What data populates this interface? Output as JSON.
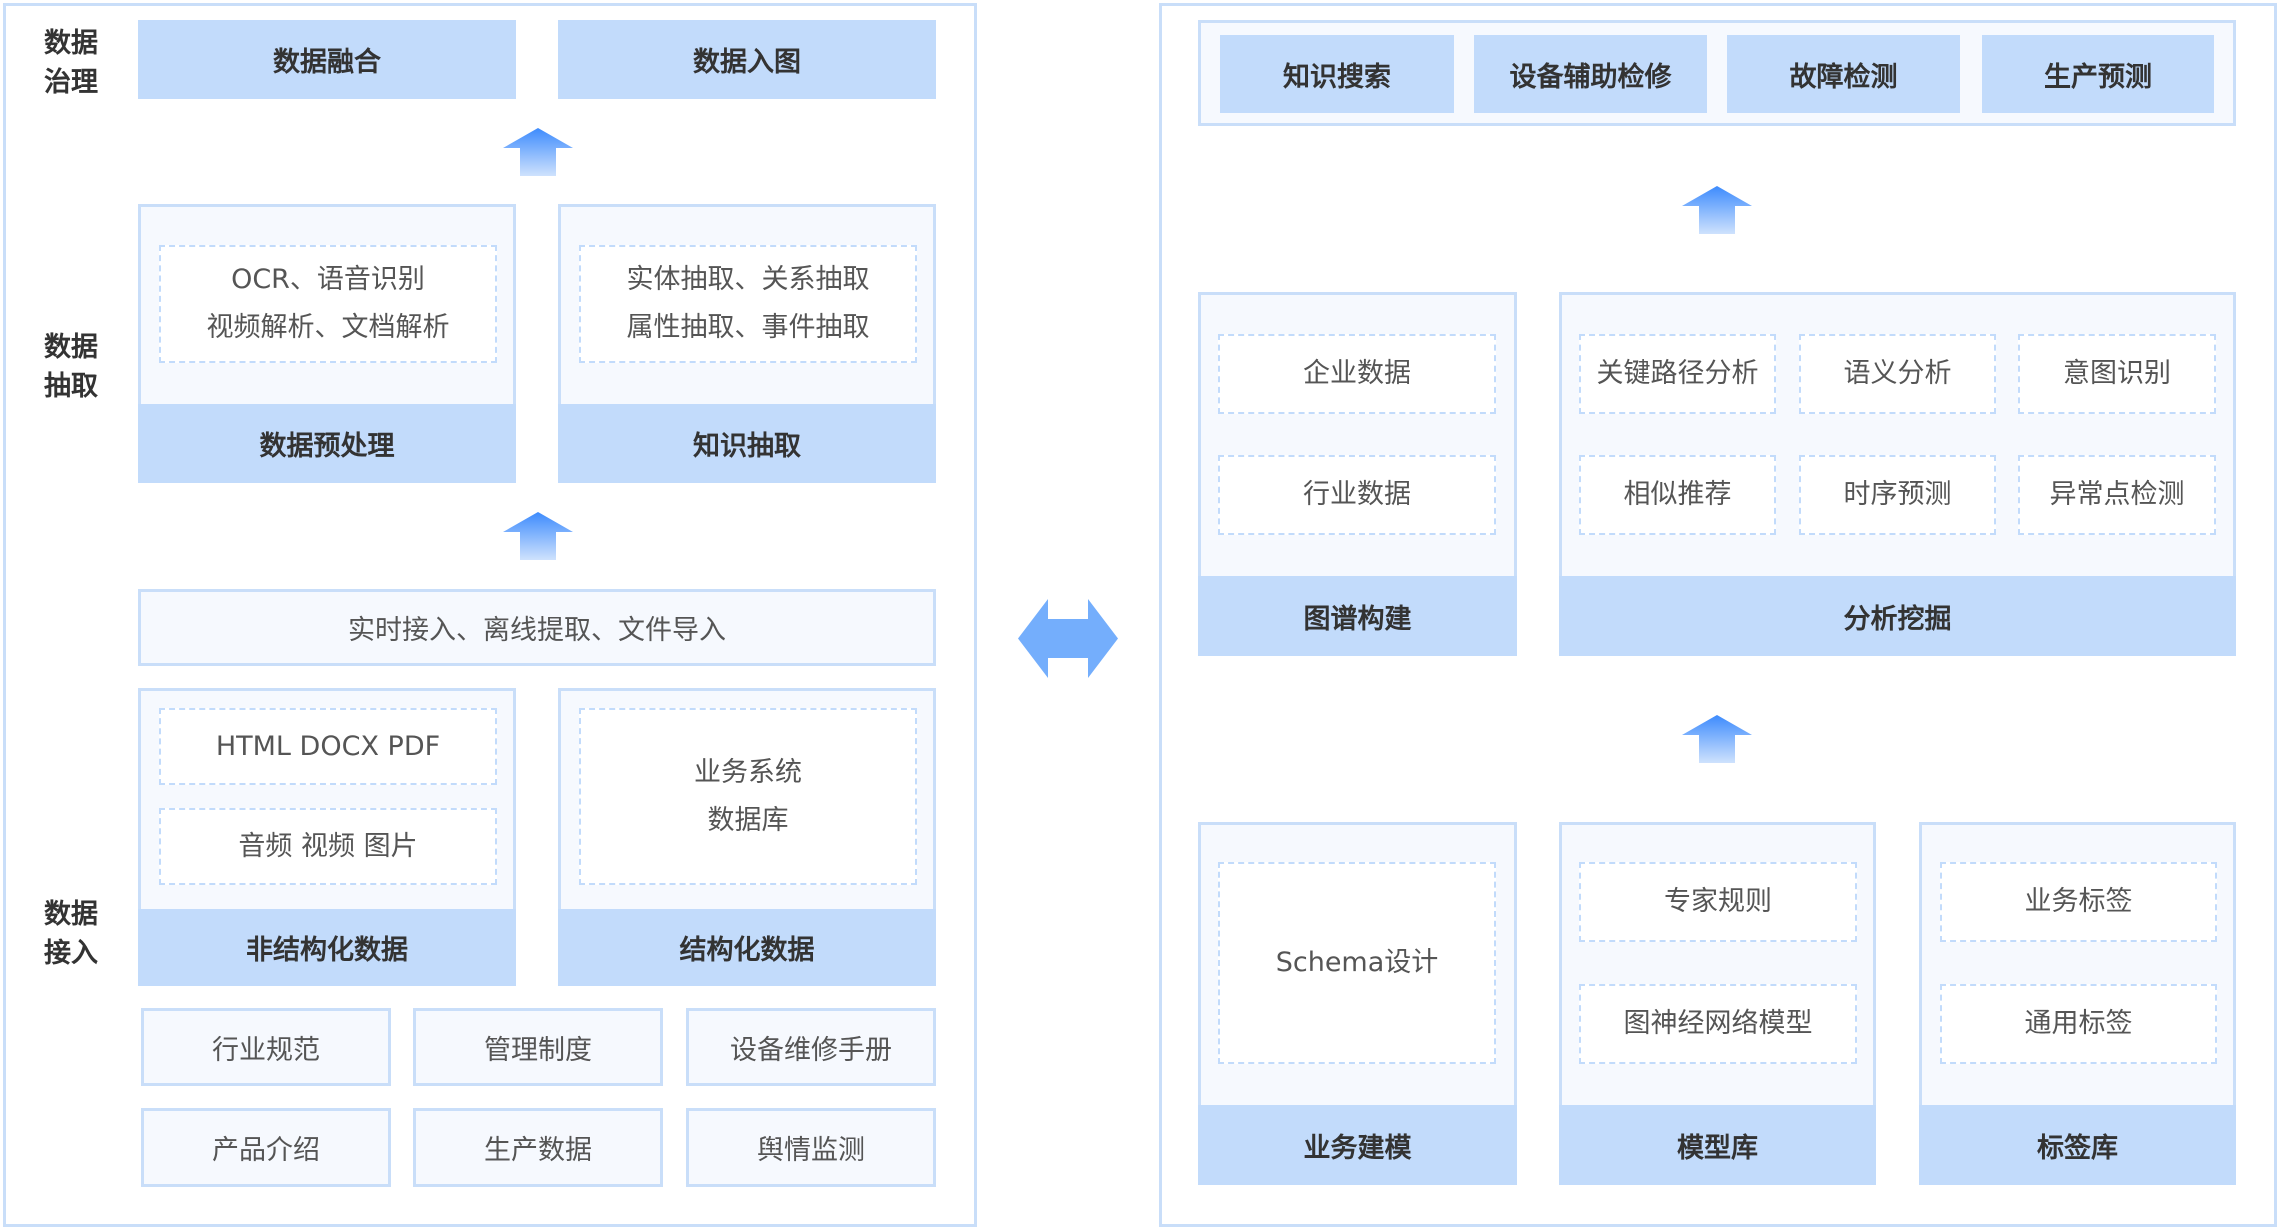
{
  "left": {
    "labels": {
      "governance": [
        "数据",
        "治理"
      ],
      "extraction": [
        "数据",
        "抽取"
      ],
      "ingestion": [
        "数据",
        "接入"
      ]
    },
    "governance": {
      "items": [
        "数据融合",
        "数据入图"
      ]
    },
    "extraction": {
      "preprocess": {
        "title": "数据预处理",
        "lines": [
          "OCR、语音识别",
          "视频解析、文档解析"
        ]
      },
      "knowledge": {
        "title": "知识抽取",
        "lines": [
          "实体抽取、关系抽取",
          "属性抽取、事件抽取"
        ]
      }
    },
    "ingest_bar": "实时接入、离线提取、文件导入",
    "unstructured": {
      "title": "非结构化数据",
      "items": [
        "HTML DOCX PDF",
        "音频 视频 图片"
      ]
    },
    "structured": {
      "title": "结构化数据",
      "lines": [
        "业务系统",
        "数据库"
      ]
    },
    "sources": [
      "行业规范",
      "管理制度",
      "设备维修手册",
      "产品介绍",
      "生产数据",
      "舆情监测"
    ]
  },
  "right": {
    "applications": [
      "知识搜索",
      "设备辅助检修",
      "故障检测",
      "生产预测"
    ],
    "graph_build": {
      "title": "图谱构建",
      "items": [
        "企业数据",
        "行业数据"
      ]
    },
    "analysis": {
      "title": "分析挖掘",
      "items": [
        "关键路径分析",
        "语义分析",
        "意图识别",
        "相似推荐",
        "时序预测",
        "异常点检测"
      ]
    },
    "modeling": {
      "title": "业务建模",
      "items": [
        "Schema设计"
      ]
    },
    "model_lib": {
      "title": "模型库",
      "items": [
        "专家规则",
        "图神经网络模型"
      ]
    },
    "tag_lib": {
      "title": "标签库",
      "items": [
        "业务标签",
        "通用标签"
      ]
    }
  },
  "icons": {
    "up": "up-arrow-icon",
    "bidirectional": "bidirectional-arrow-icon"
  },
  "colors": {
    "accent": "#c2dbfb",
    "border": "#c9def9",
    "arrow_top": "#3d8bfd",
    "arrow_bottom": "#c2dbfb",
    "double_arrow": "#74aefc"
  }
}
